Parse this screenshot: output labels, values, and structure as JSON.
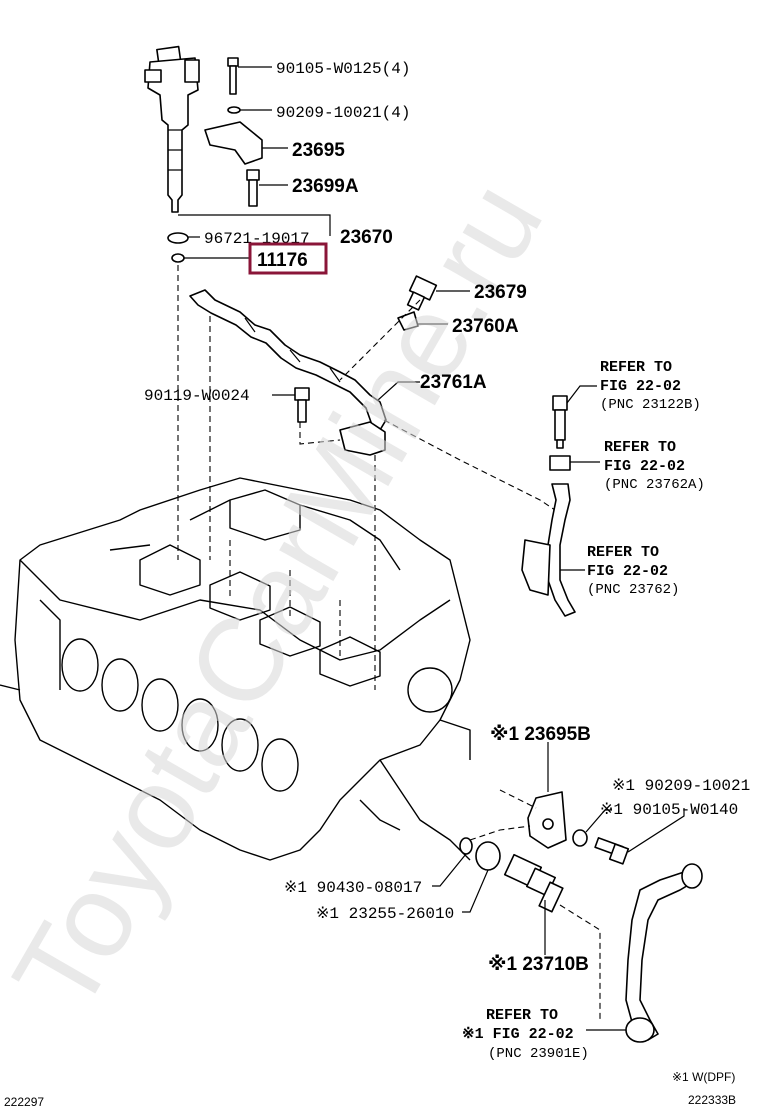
{
  "watermark": "ToyotaCarMine.ru",
  "parts": {
    "p1": "90105-W0125(4)",
    "p2": "90209-10021(4)",
    "p3": "23695",
    "p4": "23699A",
    "p5": "96721-19017",
    "p6": "23670",
    "p7": "11176",
    "p8": "23679",
    "p9": "23760A",
    "p10": "23761A",
    "p11": "90119-W0024",
    "p12": "※1 23695B",
    "p13": "※1 90209-10021",
    "p14": "※1 90105-W0140",
    "p15": "※1 90430-08017",
    "p16": "※1 23255-26010",
    "p17": "※1 23710B"
  },
  "refs": [
    {
      "line1": "REFER TO",
      "line2": "FIG 22-02",
      "line3": "(PNC 23122B)"
    },
    {
      "line1": "REFER TO",
      "line2": "FIG 22-02",
      "line3": "(PNC 23762A)"
    },
    {
      "line1": "REFER TO",
      "line2": "FIG 22-02",
      "line3": "(PNC 23762)"
    },
    {
      "line1": "REFER TO",
      "line2": "※1 FIG 22-02",
      "line3": "(PNC 23901E)"
    }
  ],
  "footnote": "※1 W(DPF)",
  "code_left": "222297",
  "code_right": "222333B",
  "highlight_color": "#8a1538"
}
